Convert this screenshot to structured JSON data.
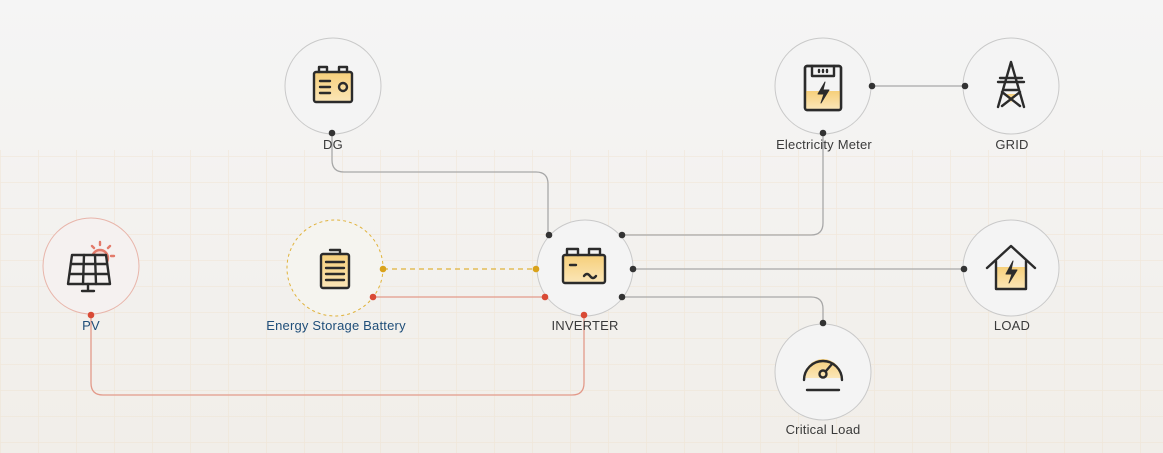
{
  "nodes": {
    "dg": {
      "label": "DG",
      "icon": "generator-icon"
    },
    "meter": {
      "label": "Electricity Meter",
      "icon": "electricity-meter-icon"
    },
    "grid": {
      "label": "GRID",
      "icon": "transmission-tower-icon"
    },
    "pv": {
      "label": "PV",
      "icon": "solar-panel-icon"
    },
    "battery": {
      "label": "Energy Storage Battery",
      "icon": "battery-icon"
    },
    "inverter": {
      "label": "INVERTER",
      "icon": "inverter-icon"
    },
    "load": {
      "label": "LOAD",
      "icon": "house-power-icon"
    },
    "critical": {
      "label": "Critical Load",
      "icon": "gauge-icon"
    }
  },
  "colors": {
    "line": "#a8a8a8",
    "dot": "#333333",
    "pv_line": "#e39a8a",
    "pv_dot": "#d94a35",
    "battery_dashed": "#e0b23a",
    "accent_fill": "#f7d58a",
    "label_blue": "#1f4e79"
  }
}
